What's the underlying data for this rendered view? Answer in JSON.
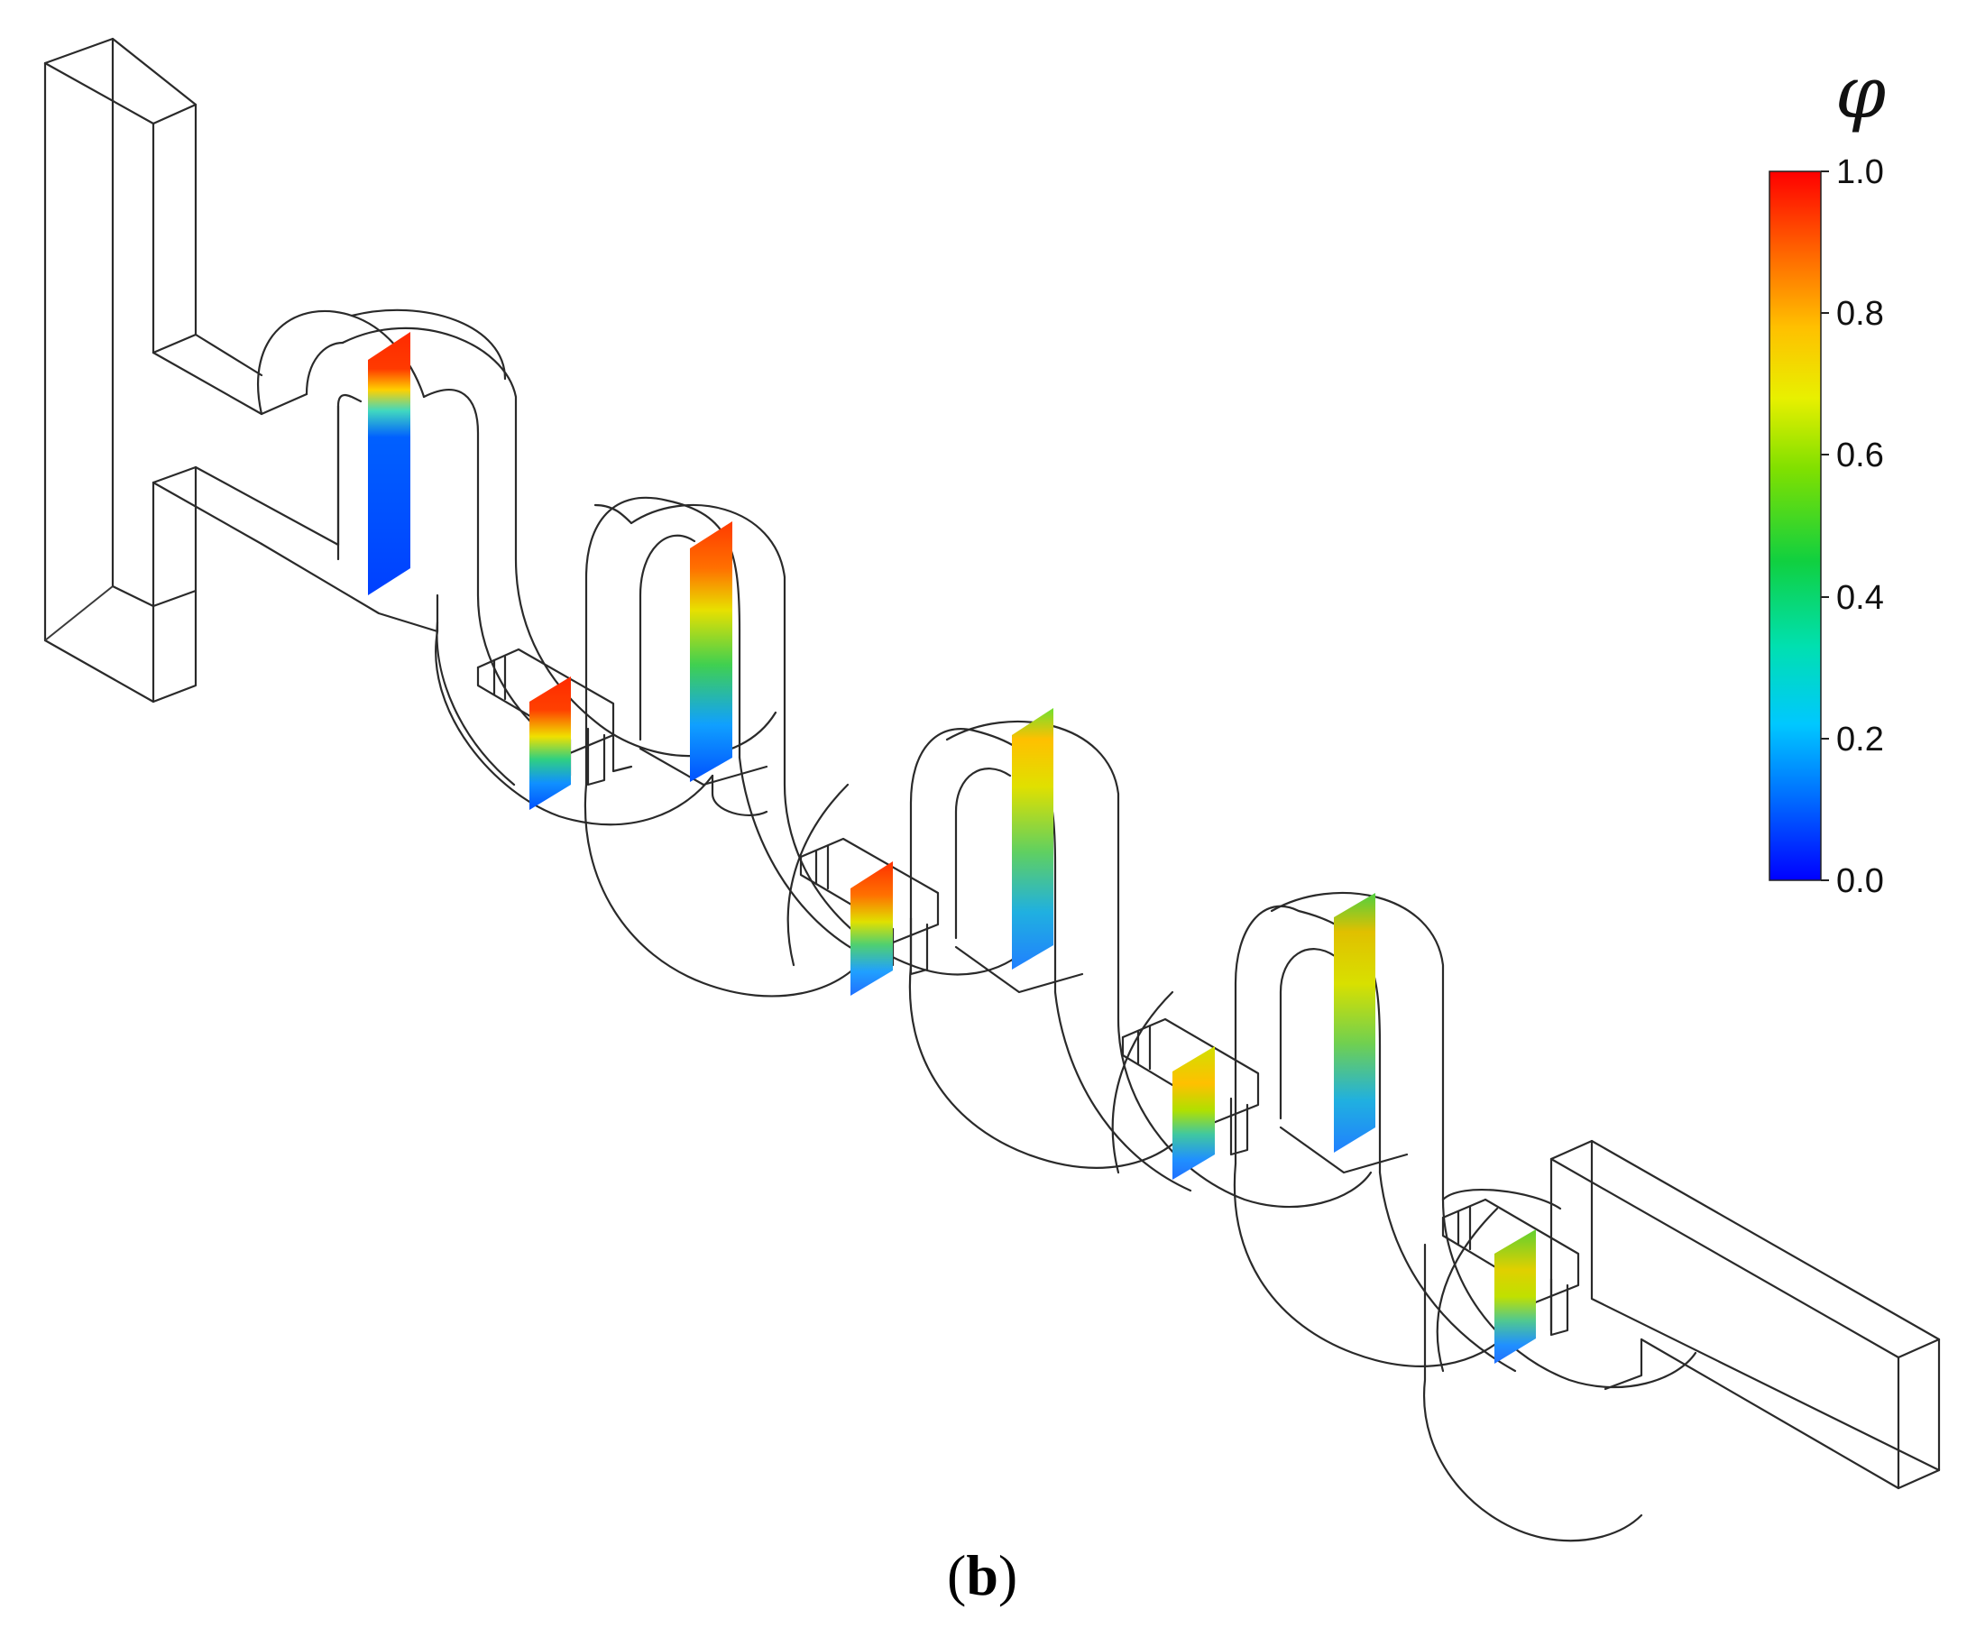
{
  "figure": {
    "caption_open": "(",
    "caption_letter": "b",
    "caption_close": ")"
  },
  "colorbar": {
    "symbol": "φ",
    "ticks": [
      "1.0",
      "0.8",
      "0.6",
      "0.4",
      "0.2",
      "0.0"
    ],
    "tick_values": [
      1.0,
      0.8,
      0.6,
      0.4,
      0.2,
      0.0
    ],
    "colormap": [
      "#0000ff",
      "#0080ff",
      "#00d8ff",
      "#00e0a0",
      "#20d020",
      "#a0e000",
      "#f0f000",
      "#ffb000",
      "#ff6000",
      "#ff1000",
      "#ff0000"
    ]
  },
  "slices": [
    {
      "id": "A",
      "kind": "tall",
      "top_color": "#ff2a00",
      "mid_color": "#ffd000",
      "bottom_color": "#0040ff"
    },
    {
      "id": "B",
      "kind": "short",
      "top_color": "#ff2a00",
      "mid_color": "#30d080",
      "bottom_color": "#0050ff"
    },
    {
      "id": "C",
      "kind": "tall",
      "top_color": "#ff3a00",
      "mid_color": "#90e020",
      "bottom_color": "#0050ff"
    },
    {
      "id": "D",
      "kind": "short",
      "top_color": "#ff3000",
      "mid_color": "#60d060",
      "bottom_color": "#2070ff"
    },
    {
      "id": "E",
      "kind": "tall",
      "top_color": "#70e030",
      "mid_color": "#e0e000",
      "bottom_color": "#2080ff"
    },
    {
      "id": "F",
      "kind": "short",
      "top_color": "#d0e000",
      "mid_color": "#40c8a0",
      "bottom_color": "#2070ff"
    },
    {
      "id": "G",
      "kind": "tall",
      "top_color": "#50d040",
      "mid_color": "#d8e000",
      "bottom_color": "#2080ff"
    },
    {
      "id": "H",
      "kind": "short",
      "top_color": "#60d030",
      "mid_color": "#c0e000",
      "bottom_color": "#2070ff"
    }
  ]
}
